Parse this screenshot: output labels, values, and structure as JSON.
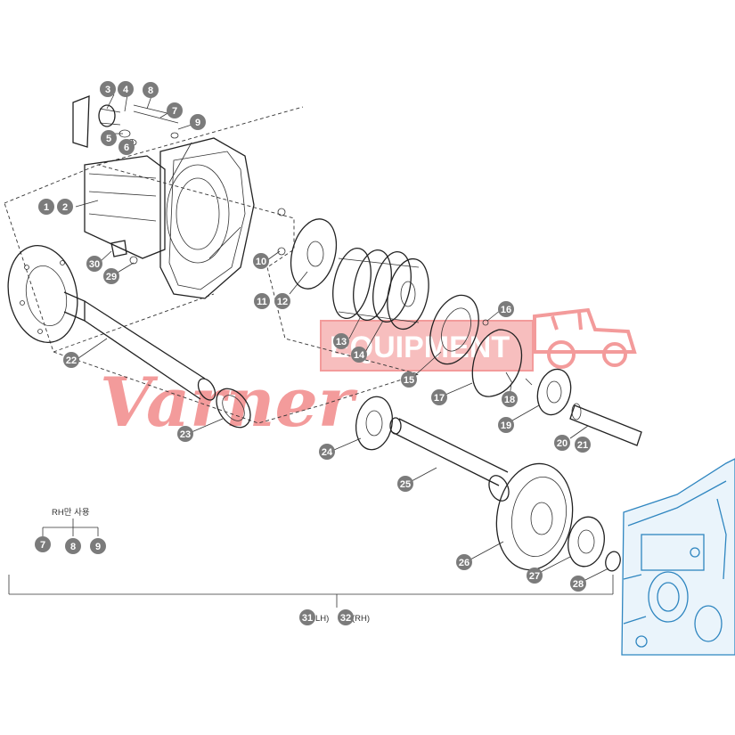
{
  "diagram": {
    "callouts": [
      "1",
      "2",
      "3",
      "4",
      "5",
      "6",
      "7",
      "8",
      "9",
      "10",
      "11",
      "12",
      "13",
      "14",
      "15",
      "16",
      "17",
      "18",
      "19",
      "20",
      "21",
      "22",
      "23",
      "24",
      "25",
      "26",
      "27",
      "28",
      "29",
      "30",
      "31",
      "32"
    ],
    "rh_note": {
      "text": "RH만 사용",
      "items": [
        "7",
        "8",
        "9"
      ]
    },
    "assembly": {
      "left_id": "31",
      "left_suffix": "LH)",
      "right_id": "32",
      "right_suffix": "(RH)"
    }
  },
  "watermark": {
    "script": "Varner",
    "box": "EQUIPMENT",
    "color": "#f28a8a"
  },
  "colors": {
    "callout_fill": "#7b7b7b",
    "housing_blue": "#2f86c0",
    "line": "#222222"
  }
}
